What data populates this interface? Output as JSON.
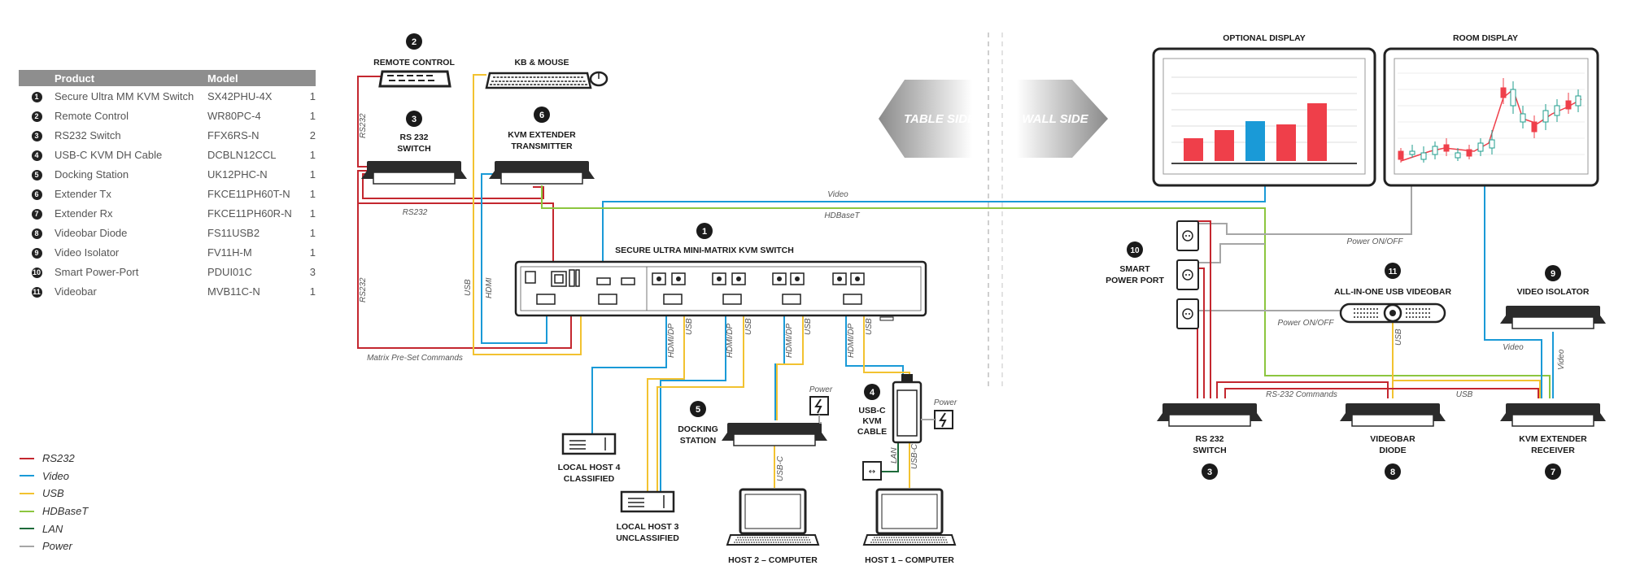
{
  "table": {
    "headers": [
      "Product",
      "Model"
    ],
    "rows": [
      {
        "n": "1",
        "product": "Secure Ultra MM KVM Switch",
        "model": "SX42PHU-4X",
        "qty": "1"
      },
      {
        "n": "2",
        "product": "Remote Control",
        "model": "WR80PC-4",
        "qty": "1"
      },
      {
        "n": "3",
        "product": "RS232 Switch",
        "model": "FFX6RS-N",
        "qty": "2"
      },
      {
        "n": "4",
        "product": "USB-C KVM DH Cable",
        "model": "DCBLN12CCL",
        "qty": "1"
      },
      {
        "n": "5",
        "product": "Docking Station",
        "model": "UK12PHC-N",
        "qty": "1"
      },
      {
        "n": "6",
        "product": "Extender Tx",
        "model": "FKCE11PH60T-N",
        "qty": "1"
      },
      {
        "n": "7",
        "product": "Extender Rx",
        "model": "FKCE11PH60R-N",
        "qty": "1"
      },
      {
        "n": "8",
        "product": "Videobar Diode",
        "model": "FS11USB2",
        "qty": "1"
      },
      {
        "n": "9",
        "product": "Video Isolator",
        "model": "FV11H-M",
        "qty": "1"
      },
      {
        "n": "10",
        "product": "Smart Power-Port",
        "model": "PDUI01C",
        "qty": "3"
      },
      {
        "n": "11",
        "product": "Videobar",
        "model": "MVB11C-N",
        "qty": "1"
      }
    ]
  },
  "legend": [
    {
      "label": "RS232",
      "color": "#c4272f"
    },
    {
      "label": "Video",
      "color": "#1a9ad7"
    },
    {
      "label": "USB",
      "color": "#f2c230"
    },
    {
      "label": "HDBaseT",
      "color": "#8cc63f"
    },
    {
      "label": "LAN",
      "color": "#1d6b3a"
    },
    {
      "label": "Power",
      "color": "#a6a6a6"
    }
  ],
  "colors": {
    "rs232": "#c4272f",
    "video": "#1a9ad7",
    "usb": "#f2c230",
    "hdbaset": "#8cc63f",
    "lan": "#1d6b3a",
    "power": "#a6a6a6",
    "device": "#262626"
  },
  "icons": [
    "remote-control-icon",
    "keyboard-icon",
    "mouse-icon",
    "monitor-icon",
    "laptop-icon",
    "power-bolt-icon",
    "lan-icon",
    "projector-icon",
    "outlet-icon"
  ],
  "diagram": {
    "remote": {
      "num": "2",
      "label": "REMOTE CONTROL"
    },
    "kbm": {
      "label": "KB & MOUSE"
    },
    "rs232_left": {
      "num": "3",
      "label1": "RS 232",
      "label2": "SWITCH"
    },
    "kvm_tx": {
      "num": "6",
      "label1": "KVM EXTENDER",
      "label2": "TRANSMITTER"
    },
    "kvm_switch": {
      "num": "1",
      "label": "SECURE ULTRA MINI-MATRIX KVM SWITCH"
    },
    "table_side": "TABLE SIDE",
    "wall_side": "WALL SIDE",
    "optional_display": "OPTIONAL DISPLAY",
    "room_display": "ROOM DISPLAY",
    "smart_power": {
      "num": "10",
      "label1": "SMART",
      "label2": "POWER PORT"
    },
    "videobar": {
      "num": "11",
      "label": "ALL-IN-ONE USB VIDEOBAR"
    },
    "video_isolator": {
      "num": "9",
      "label": "VIDEO ISOLATOR"
    },
    "rs232_right": {
      "num": "3",
      "label1": "RS 232",
      "label2": "SWITCH"
    },
    "videobar_diode": {
      "num": "8",
      "label1": "VIDEOBAR",
      "label2": "DIODE"
    },
    "kvm_rx": {
      "num": "7",
      "label1": "KVM EXTENDER",
      "label2": "RECEIVER"
    },
    "docking": {
      "num": "5",
      "label1": "DOCKING",
      "label2": "STATION"
    },
    "usbc_cable": {
      "num": "4",
      "label1": "USB-C",
      "label2": "KVM",
      "label3": "CABLE"
    },
    "host4": {
      "label1": "LOCAL HOST 4",
      "label2": "CLASSIFIED"
    },
    "host3": {
      "label1": "LOCAL HOST 3",
      "label2": "UNCLASSIFIED"
    },
    "host2": "HOST 2 – COMPUTER",
    "host1": "HOST 1 – COMPUTER",
    "wire_labels": {
      "rs232_v1": "RS232",
      "rs232_h": "RS232",
      "rs232_v2": "RS232",
      "usb_v": "USB",
      "hdmi_v": "HDMI",
      "matrix": "Matrix Pre-Set Commands",
      "video": "Video",
      "hdbaset": "HDBaseT",
      "power_onoff_1": "Power ON/OFF",
      "power_onoff_2": "Power ON/OFF",
      "hdmidp": "HDMI/DP",
      "usb": "USB",
      "power": "Power",
      "usbc": "USB-C",
      "lan": "LAN",
      "rs232_commands": "RS-232 Commands",
      "usb_right": "USB",
      "video_iso": "Video",
      "video_iso2": "Video"
    }
  }
}
